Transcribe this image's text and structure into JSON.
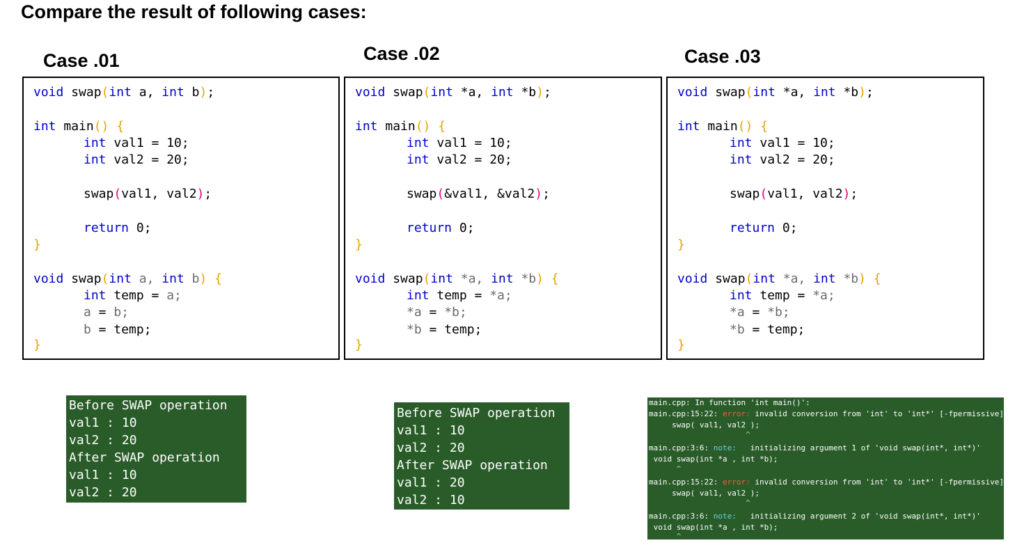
{
  "heading": "Compare the result of following cases:",
  "cases": [
    {
      "title": "Case .01",
      "code": {
        "proto": [
          "void",
          " swap",
          "(",
          "int",
          " a, ",
          "int",
          " b",
          ")",
          ";"
        ],
        "main_sig": [
          "int",
          " main",
          "()",
          " {"
        ],
        "decl1": [
          "int",
          " val1 = 10;"
        ],
        "decl2": [
          "int",
          " val2 = 20;"
        ],
        "call": [
          "swap",
          "(",
          "val1, val2",
          ")",
          ";"
        ],
        "ret": [
          "return",
          " 0;"
        ],
        "close1": "}",
        "def_sig": [
          "void",
          " swap",
          "(",
          "int",
          " a, ",
          "int",
          " b",
          ")",
          " {"
        ],
        "tmp": [
          "int",
          " temp = ",
          "a;"
        ],
        "assign1": [
          "a",
          " = ",
          "b;"
        ],
        "assign2": [
          "b",
          " = temp;"
        ],
        "close2": "}"
      },
      "output": [
        "Before SWAP operation",
        "val1 : 10",
        "val2 : 20",
        "After SWAP operation",
        "val1 : 10",
        "val2 : 20"
      ]
    },
    {
      "title": "Case .02",
      "code": {
        "proto": [
          "void",
          " swap",
          "(",
          "int",
          " *a, ",
          "int",
          " *b",
          ")",
          ";"
        ],
        "main_sig": [
          "int",
          " main",
          "()",
          " {"
        ],
        "decl1": [
          "int",
          " val1 = 10;"
        ],
        "decl2": [
          "int",
          " val2 = 20;"
        ],
        "call": [
          "swap",
          "(",
          "&val1, &val2",
          ")",
          ";"
        ],
        "ret": [
          "return",
          " 0;"
        ],
        "close1": "}",
        "def_sig": [
          "void",
          " swap",
          "(",
          "int",
          " *a, ",
          "int",
          " *b",
          ")",
          " {"
        ],
        "tmp": [
          "int",
          " temp = ",
          "*a;"
        ],
        "assign1": [
          "*a",
          " = ",
          "*b;"
        ],
        "assign2": [
          "*b",
          " = temp;"
        ],
        "close2": "}"
      },
      "output": [
        "Before SWAP operation",
        "val1 : 10",
        "val2 : 20",
        "After SWAP operation",
        "val1 : 20",
        "val2 : 10"
      ]
    },
    {
      "title": "Case .03",
      "code": {
        "proto": [
          "void",
          " swap",
          "(",
          "int",
          " *a, ",
          "int",
          " *b",
          ")",
          ";"
        ],
        "main_sig": [
          "int",
          " main",
          "()",
          " {"
        ],
        "decl1": [
          "int",
          " val1 = 10;"
        ],
        "decl2": [
          "int",
          " val2 = 20;"
        ],
        "call": [
          "swap",
          "(",
          "val1, val2",
          ")",
          ";"
        ],
        "ret": [
          "return",
          " 0;"
        ],
        "close1": "}",
        "def_sig": [
          "void",
          " swap",
          "(",
          "int",
          " *a, ",
          "int",
          " *b",
          ")",
          " {"
        ],
        "tmp": [
          "int",
          " temp = ",
          "*a;"
        ],
        "assign1": [
          "*a",
          " = ",
          "*b;"
        ],
        "assign2": [
          "*b",
          " = temp;"
        ],
        "close2": "}"
      },
      "compile_errors": {
        "l1": "main.cpp: In function 'int main()':",
        "l2_pre": "main.cpp:15:22: ",
        "l2_err": "error:",
        "l2_msg": " invalid conversion from 'int' to 'int*' [-fpermissive]",
        "l3": "     swap( val1, val2 );",
        "l4": "                     ^",
        "l5_pre": "main.cpp:3:6: ",
        "l5_note": "note:",
        "l5_msg": "   initializing argument 1 of 'void swap(int*, int*)'",
        "l6": " void swap(int *a , int *b);",
        "l7": "      ^",
        "l8_pre": "main.cpp:15:22: ",
        "l8_err": "error:",
        "l8_msg": " invalid conversion from 'int' to 'int*' [-fpermissive]",
        "l9": "     swap( val1, val2 );",
        "l10": "                     ^",
        "l11_pre": "main.cpp:3:6: ",
        "l11_note": "note:",
        "l11_msg": "   initializing argument 2 of 'void swap(int*, int*)'",
        "l12": " void swap(int *a , int *b);",
        "l13": "      ^"
      }
    }
  ],
  "colors": {
    "keyword": "#0000cc",
    "bracket": "#e8a000",
    "call_paren": "#e0007a",
    "terminal_bg": "#2a5c2a",
    "error": "#ff5a3c",
    "note": "#6ad0e0"
  }
}
